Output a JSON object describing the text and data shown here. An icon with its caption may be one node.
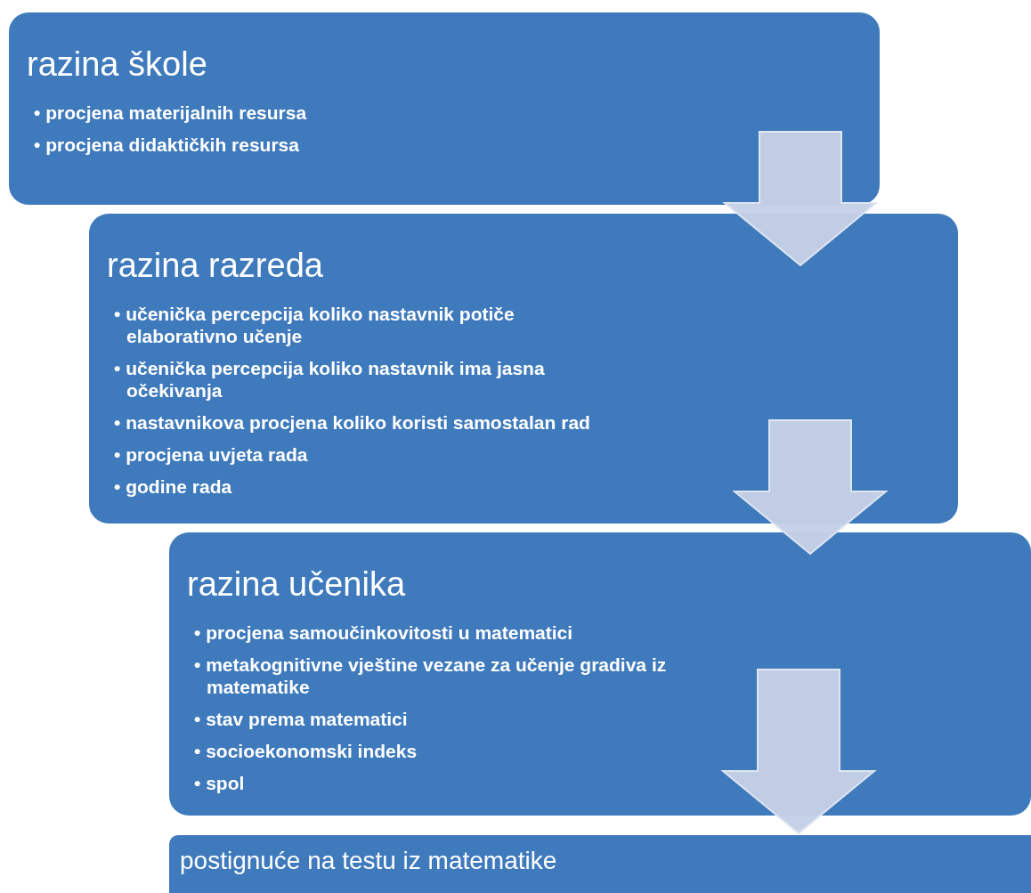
{
  "diagram": {
    "nodes": [
      {
        "text": [
          "razina škole",
          "• procjena materijalnih resursa",
          "• procjena didaktičkih resursa"
        ]
      },
      {
        "text": [
          "razina razreda",
          "• učenička percepcija koliko nastavnik potiče elaborativno učenje",
          "• učenička percepcija koliko nastavnik ima jasna očekivanja",
          "• nastavnikova procjena koliko koristi samostalan rad",
          "• procjena uvjeta rada",
          "• godine rada"
        ]
      },
      {
        "text": [
          "razina učenika",
          "• procjena samoučinkovitosti u matematici",
          "• metakognitivne vještine vezane za učenje gradiva iz matematike",
          "• stav prema matematici",
          "• socioekonomski indeks",
          "• spol"
        ]
      },
      {
        "text": [
          "postignuće na testu iz matematike"
        ]
      }
    ],
    "edges": [
      {
        "from": 0,
        "to": 1,
        "arrow": "to"
      },
      {
        "from": 1,
        "to": 2,
        "arrow": "to"
      },
      {
        "from": 2,
        "to": 3,
        "arrow": "to"
      }
    ]
  }
}
